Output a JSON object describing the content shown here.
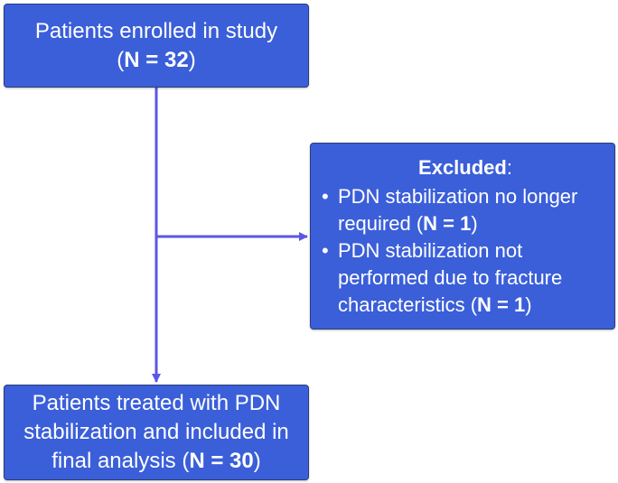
{
  "enrolled": {
    "label": "Patients enrolled in study",
    "count_prefix": "(",
    "count": "N = 32",
    "count_suffix": ")"
  },
  "excluded": {
    "title": "Excluded",
    "title_suffix": ":",
    "items": [
      {
        "text": "PDN stabilization no longer required ",
        "count_prefix": " (",
        "count": "N = 1",
        "count_suffix": ")"
      },
      {
        "text": "PDN stabilization not performed due to fracture characteristics",
        "count_prefix": " (",
        "count": "N = 1",
        "count_suffix": ")"
      }
    ]
  },
  "final": {
    "label": "Patients treated with PDN stabilization and included in final analysis",
    "count_prefix": " (",
    "count": "N = 30",
    "count_suffix": ")"
  },
  "colors": {
    "box_fill": "#3b5fd9",
    "box_border": "#2b3d7a",
    "connector": "#5b57e6",
    "text": "#ffffff"
  }
}
